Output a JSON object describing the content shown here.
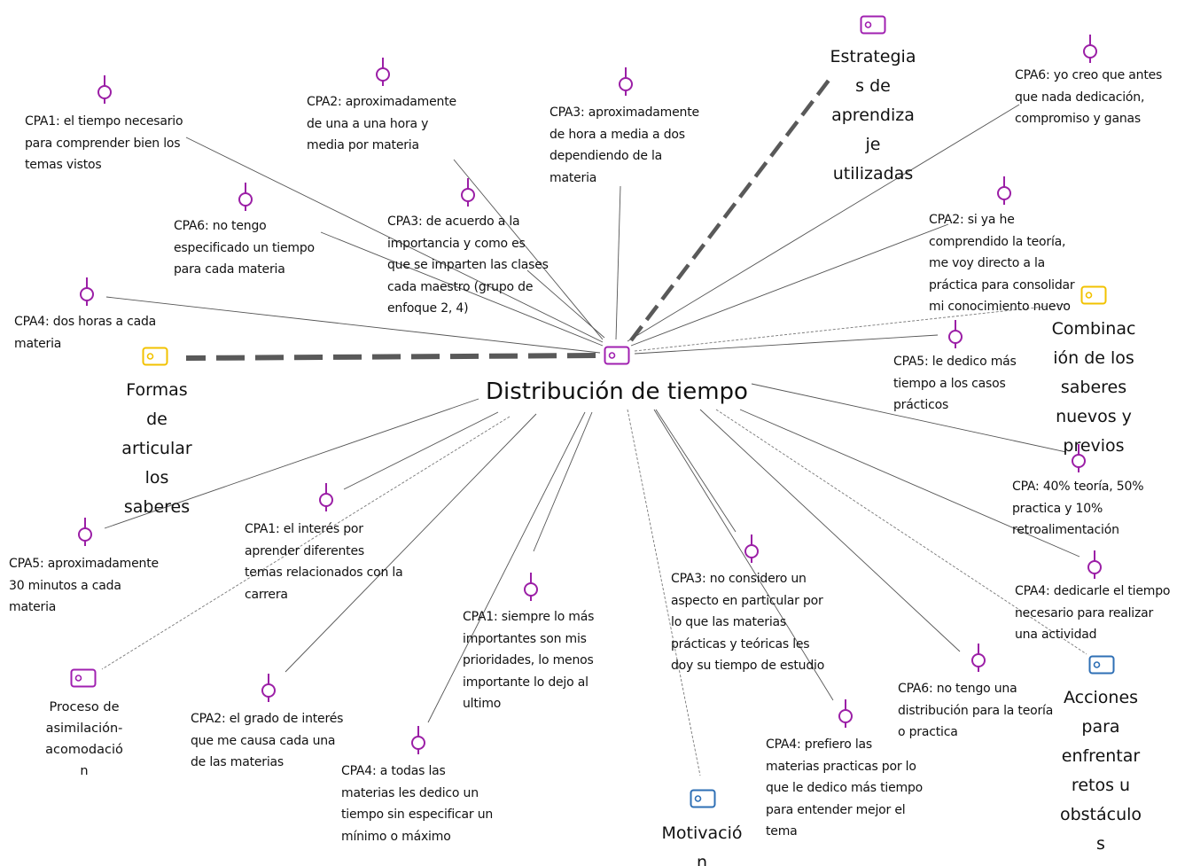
{
  "central": {
    "label": "Distribución de tiempo"
  },
  "codes": [
    {
      "id": "estrategias",
      "label": "Estrategia\ns de\naprendiza\nje\nutilizadas"
    },
    {
      "id": "formas",
      "label": "Formas\nde\narticular\nlos\nsaberes"
    },
    {
      "id": "combinacion",
      "label": "Combinac\nión de los\nsaberes\nnuevos y\nprevios"
    },
    {
      "id": "proceso",
      "label": "Proceso de\nasimilación-\nacomodació\nn"
    },
    {
      "id": "motivacion",
      "label": "Motivació\nn"
    },
    {
      "id": "acciones",
      "label": "Acciones\npara\nenfrentar\nretos u\nobstáculo\ns"
    }
  ],
  "quotes": [
    {
      "id": "q1",
      "text": "CPA1: el tiempo necesario\npara comprender bien los\ntemas vistos"
    },
    {
      "id": "q2",
      "text": "CPA2: aproximadamente\nde una a una hora y\nmedia por materia"
    },
    {
      "id": "q3",
      "text": "CPA3: aproximadamente\nde hora a media a dos\ndependiendo de la\nmateria"
    },
    {
      "id": "q4",
      "text": "CPA6: yo creo que antes\nque nada dedicación,\ncompromiso y ganas"
    },
    {
      "id": "q5",
      "text": "CPA6: no tengo\nespecificado un tiempo\npara cada materia"
    },
    {
      "id": "q6",
      "text": "CPA3: de acuerdo a la\nimportancia y como es\nque se imparten las clases\ncada maestro (grupo de\nenfoque 2, 4)"
    },
    {
      "id": "q7",
      "text": "CPA2: si ya he\ncomprendido la teoría,\nme voy directo a la\npráctica para consolidar\nmi conocimiento nuevo"
    },
    {
      "id": "q8",
      "text": "CPA4: dos horas a cada\nmateria"
    },
    {
      "id": "q9",
      "text": "CPA5: le dedico más\ntiempo a los casos\nprácticos"
    },
    {
      "id": "q10",
      "text": "CPA: 40% teoría, 50%\npractica y 10%\nretroalimentación"
    },
    {
      "id": "q11",
      "text": "CPA5: aproximadamente\n30 minutos a cada\nmateria"
    },
    {
      "id": "q12",
      "text": "CPA1: el interés por\naprender diferentes\ntemas relacionados con la\ncarrera"
    },
    {
      "id": "q13",
      "text": "CPA1: siempre lo más\nimportantes son mis\nprioridades, lo menos\nimportante lo dejo al\nultimo"
    },
    {
      "id": "q14",
      "text": "CPA3: no considero un\naspecto en particular por\nlo que las materias\nprácticas y teóricas les\ndoy su tiempo de estudio"
    },
    {
      "id": "q15",
      "text": "CPA4: dedicarle el tiempo\nnecesario para realizar\nuna actividad"
    },
    {
      "id": "q16",
      "text": "CPA2: el grado de interés\nque me causa cada una\nde las materias"
    },
    {
      "id": "q17",
      "text": "CPA4: a todas las\nmaterias les dedico un\ntiempo sin especificar un\nmínimo o máximo"
    },
    {
      "id": "q18",
      "text": "CPA6: no tengo una\ndistribución para la teoría\no practica"
    },
    {
      "id": "q19",
      "text": "CPA4: prefiero las\nmaterias practicas por lo\nque le dedico más tiempo\npara entender mejor el\ntema"
    }
  ],
  "colors": {
    "quote_icon": "#9b1fa6",
    "code_purple": "#a020b0",
    "code_yellow": "#f2c200",
    "code_blue": "#2e6fb5",
    "edge": "#555555",
    "thick_edge": "#595959"
  }
}
